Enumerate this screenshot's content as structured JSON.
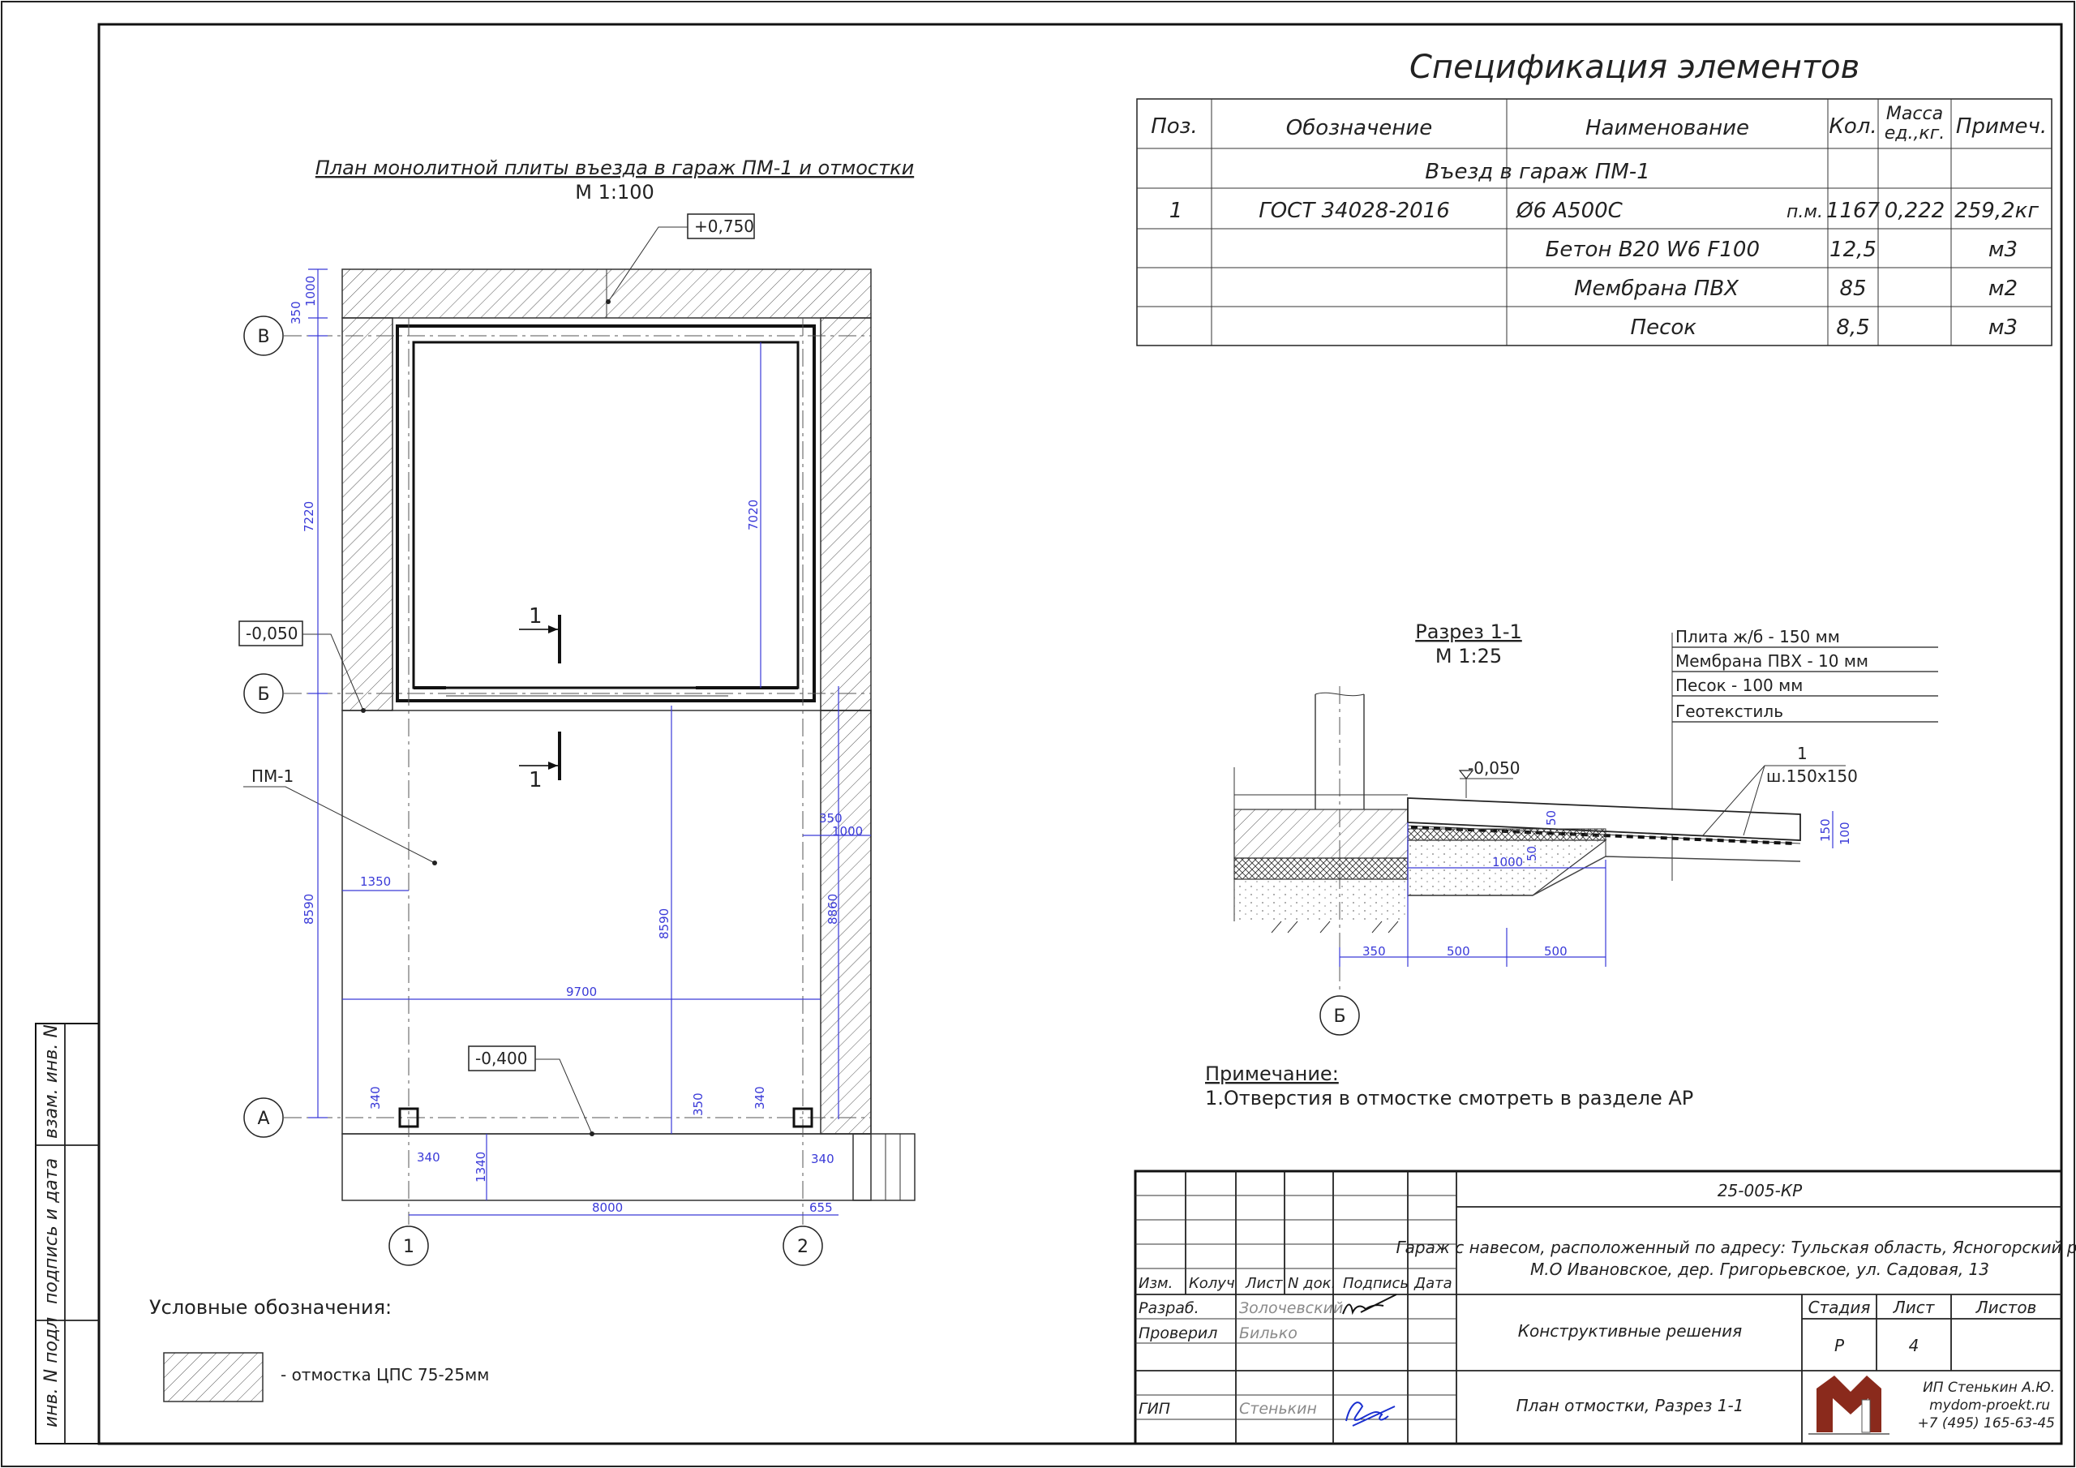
{
  "spec": {
    "title": "Спецификация элементов",
    "headers": [
      "Поз.",
      "Обозначение",
      "Наименование",
      "Кол.",
      "Масса ед.,кг.",
      "Примеч."
    ],
    "group_title": "Въезд в гараж ПМ-1",
    "rows": [
      {
        "pos": "1",
        "code": "ГОСТ 34028-2016",
        "name": "Ø6 А500С",
        "unit": "п.м.",
        "qty": "1167",
        "mass": "0,222",
        "note": "259,2кг"
      },
      {
        "pos": "",
        "code": "",
        "name": "Бетон В20 W6 F100",
        "unit": "",
        "qty": "12,5",
        "mass": "",
        "note": "м3"
      },
      {
        "pos": "",
        "code": "",
        "name": "Мембрана ПВХ",
        "unit": "",
        "qty": "85",
        "mass": "",
        "note": "м2"
      },
      {
        "pos": "",
        "code": "",
        "name": "Песок",
        "unit": "",
        "qty": "8,5",
        "mass": "",
        "note": "м3"
      }
    ]
  },
  "plan": {
    "title": "План монолитной плиты въезда в гараж ПМ-1 и отмостки",
    "scale": "М 1:100",
    "level_top": "+0,750",
    "level_mid": "-0,050",
    "level_low": "-0,400",
    "label_pm": "ПМ-1",
    "section_mark": "1",
    "axes": {
      "v": "В",
      "b": "Б",
      "a": "А",
      "one": "1",
      "two": "2"
    },
    "dims": {
      "d1000a": "1000",
      "d350a": "350",
      "d7220": "7220",
      "d7020": "7020",
      "d8590a": "8590",
      "d8590b": "8590",
      "d1350": "1350",
      "d9700": "9700",
      "d350b": "350",
      "d1000b": "1000",
      "d8860": "8860",
      "d340a": "340",
      "d340b": "340",
      "d340c": "340",
      "d340d": "340",
      "d350c": "350",
      "d1340": "1340",
      "d8000": "8000",
      "d655": "655"
    }
  },
  "legend": {
    "title": "Условные обозначения:",
    "item": "- отмостка ЦПС 75-25мм"
  },
  "section": {
    "title": "Разрез 1-1",
    "scale": "М 1:25",
    "layers": [
      "Плита ж/б - 150 мм",
      "Мембрана ПВХ - 10 мм",
      "Песок - 100 мм",
      "Геотекстиль"
    ],
    "level": "-0,050",
    "mark": "1",
    "mesh": "ш.150х150",
    "axis": "Б",
    "dims": {
      "d50a": "50",
      "d50b": "50",
      "d150": "150",
      "d100": "100",
      "d1000": "1000",
      "d350": "350",
      "d500a": "500",
      "d500b": "500"
    }
  },
  "note": {
    "title": "Примечание:",
    "text": "1.Отверстия в отмостке смотреть в разделе АР"
  },
  "side_stamp": [
    "взам. инв. N",
    "подпись и дата",
    "инв. N подл"
  ],
  "stamp": {
    "code": "25-005-КР",
    "address_line1": "Гараж с навесом, расположенный по адресу: Тульская область, Ясногорский район,",
    "address_line2": "М.О Ивановское, дер. Григорьевское, ул. Садовая, 13",
    "col_headers": [
      "Изм.",
      "Колуч",
      "Лист",
      "N док.",
      "Подпись",
      "Дата"
    ],
    "roles": [
      "Разраб.",
      "Проверил",
      "ГИП"
    ],
    "names": [
      "Золочевский",
      "Билько",
      "Стенькин"
    ],
    "section_title": "Конструктивные решения",
    "sheet_title": "План отмостки, Разрез 1-1",
    "stage_label": "Стадия",
    "sheet_label": "Лист",
    "sheets_label": "Листов",
    "stage": "Р",
    "sheet": "4",
    "company": [
      "ИП Стенькин А.Ю.",
      "mydom-proekt.ru",
      "+7 (495) 165-63-45"
    ]
  }
}
